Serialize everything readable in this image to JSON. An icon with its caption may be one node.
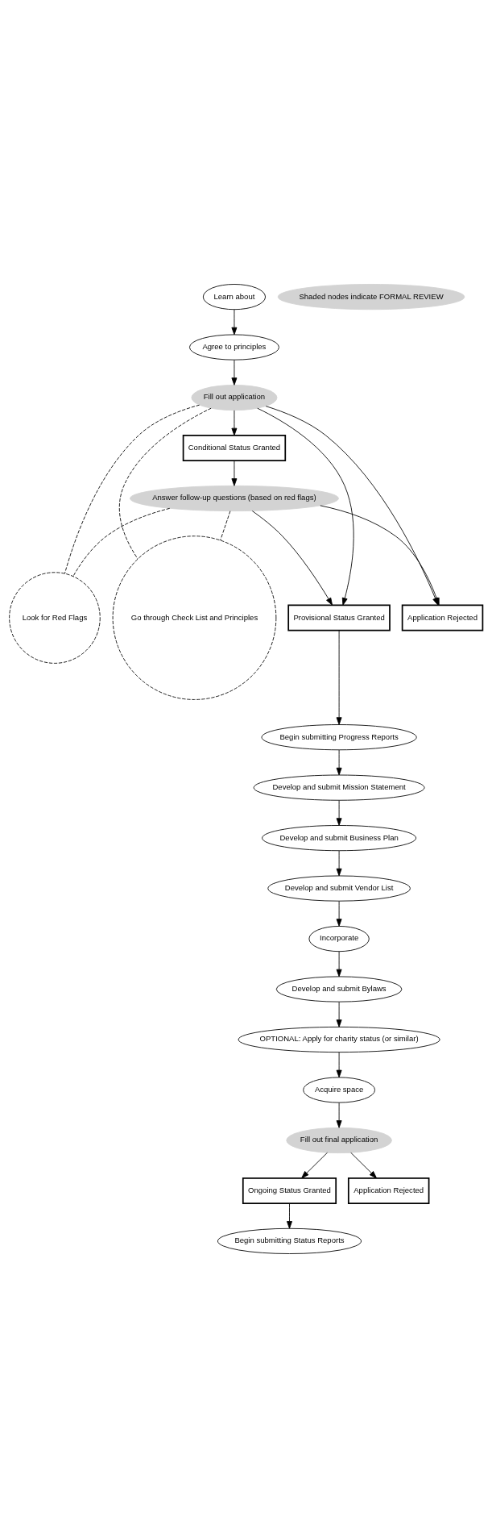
{
  "diagram": {
    "nodes": [
      {
        "text": [
          "Learn about"
        ]
      },
      {
        "text": [
          "Shaded nodes indicate FORMAL REVIEW"
        ]
      },
      {
        "text": [
          "Agree to principles"
        ]
      },
      {
        "text": [
          "Fill out application"
        ]
      },
      {
        "text": [
          "Conditional Status Granted"
        ]
      },
      {
        "text": [
          "Answer follow-up questions (based on red flags)"
        ]
      },
      {
        "text": [
          "Look for Red Flags"
        ]
      },
      {
        "text": [
          "Go through Check List and Principles"
        ]
      },
      {
        "text": [
          "Provisional Status Granted"
        ]
      },
      {
        "text": [
          "Application Rejected"
        ]
      },
      {
        "text": [
          "Begin submitting Progress Reports"
        ]
      },
      {
        "text": [
          "Develop and submit Mission Statement"
        ]
      },
      {
        "text": [
          "Develop and submit Business Plan"
        ]
      },
      {
        "text": [
          "Develop and submit Vendor List"
        ]
      },
      {
        "text": [
          "Incorporate"
        ]
      },
      {
        "text": [
          "Develop and submit Bylaws"
        ]
      },
      {
        "text": [
          "OPTIONAL: Apply for charity status (or similar)"
        ]
      },
      {
        "text": [
          "Acquire space"
        ]
      },
      {
        "text": [
          "Fill out final application"
        ]
      },
      {
        "text": [
          "Ongoing Status Granted"
        ]
      },
      {
        "text": [
          "Application Rejected"
        ]
      },
      {
        "text": [
          "Begin submitting Status Reports"
        ]
      }
    ],
    "edges": [
      {
        "from": 0,
        "to": 2,
        "arrow": "to"
      },
      {
        "from": 2,
        "to": 3,
        "arrow": "to"
      },
      {
        "from": 3,
        "to": 4,
        "arrow": "to"
      },
      {
        "from": 4,
        "to": 5,
        "arrow": "to"
      },
      {
        "from": 3,
        "to": 8,
        "arrow": "to"
      },
      {
        "from": 3,
        "to": 9,
        "arrow": "to"
      },
      {
        "from": 5,
        "to": 8,
        "arrow": "to"
      },
      {
        "from": 5,
        "to": 9,
        "arrow": "to"
      },
      {
        "from": 3,
        "to": 6,
        "arrow": "none",
        "style": "dashed"
      },
      {
        "from": 3,
        "to": 7,
        "arrow": "none",
        "style": "dashed"
      },
      {
        "from": 5,
        "to": 6,
        "arrow": "none",
        "style": "dashed"
      },
      {
        "from": 5,
        "to": 7,
        "arrow": "none",
        "style": "dashed"
      },
      {
        "from": 8,
        "to": 10,
        "arrow": "to"
      },
      {
        "from": 10,
        "to": 11,
        "arrow": "to"
      },
      {
        "from": 11,
        "to": 12,
        "arrow": "to"
      },
      {
        "from": 12,
        "to": 13,
        "arrow": "to"
      },
      {
        "from": 13,
        "to": 14,
        "arrow": "to"
      },
      {
        "from": 14,
        "to": 15,
        "arrow": "to"
      },
      {
        "from": 15,
        "to": 16,
        "arrow": "to"
      },
      {
        "from": 16,
        "to": 17,
        "arrow": "to"
      },
      {
        "from": 17,
        "to": 18,
        "arrow": "to"
      },
      {
        "from": 18,
        "to": 19,
        "arrow": "to"
      },
      {
        "from": 18,
        "to": 20,
        "arrow": "to"
      },
      {
        "from": 19,
        "to": 21,
        "arrow": "to"
      }
    ]
  }
}
